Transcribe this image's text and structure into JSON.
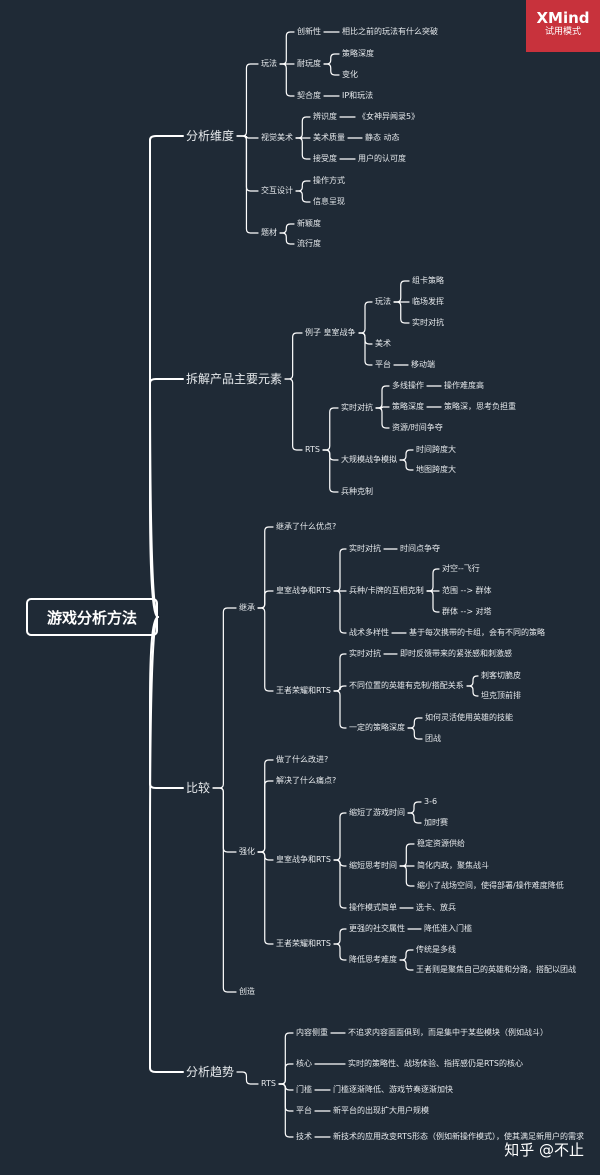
{
  "root": "游戏分析方法",
  "badge": {
    "title": "XMind",
    "subtitle": "试用模式"
  },
  "watermark": "知乎 @不止",
  "nodes": {
    "fx": "分析维度",
    "fx_wf": "玩法",
    "fx_wf_cx": "创新性",
    "fx_wf_cx_1": "相比之前的玩法有什么突破",
    "fx_wf_nw": "耐玩度",
    "fx_wf_nw_1": "策略深度",
    "fx_wf_nw_2": "变化",
    "fx_wf_qh": "契合度",
    "fx_wf_qh_1": "IP和玩法",
    "fx_sj": "视觉美术",
    "fx_sj_bs": "辨识度",
    "fx_sj_bs_1": "《女神异闻录5》",
    "fx_sj_ms": "美术质量",
    "fx_sj_ms_1": "静态 动态",
    "fx_sj_js": "接受度",
    "fx_sj_js_1": "用户的认可度",
    "fx_jh": "交互设计",
    "fx_jh_1": "操作方式",
    "fx_jh_2": "信息呈现",
    "fx_tc": "题材",
    "fx_tc_1": "新颖度",
    "fx_tc_2": "流行度",
    "cj": "拆解产品主要元素",
    "cj_lz": "例子 皇室战争",
    "cj_lz_wf": "玩法",
    "cj_lz_wf_1": "组卡策略",
    "cj_lz_wf_2": "临场发挥",
    "cj_lz_wf_3": "实时对抗",
    "cj_lz_ms": "美术",
    "cj_lz_pt": "平台",
    "cj_lz_pt_1": "移动端",
    "cj_rts": "RTS",
    "cj_rts_ss": "实时对抗",
    "cj_rts_ss_dx": "多线操作",
    "cj_rts_ss_dx_1": "操作难度高",
    "cj_rts_ss_cl": "策略深度",
    "cj_rts_ss_cl_1": "策略深，思考负担重",
    "cj_rts_ss_zy": "资源/时间争夺",
    "cj_rts_dg": "大规模战争模拟",
    "cj_rts_dg_1": "时间跨度大",
    "cj_rts_dg_2": "地图跨度大",
    "cj_rts_bz": "兵种克制",
    "bj": "比较",
    "bj_jc": "继承",
    "bj_jc_q": "继承了什么优点?",
    "bj_jc_hs": "皇室战争和RTS",
    "bj_jc_hs_ss": "实时对抗",
    "bj_jc_hs_ss_1": "时间点争夺",
    "bj_jc_hs_bz": "兵种/卡牌的互相克制",
    "bj_jc_hs_bz_1": "对空--飞行",
    "bj_jc_hs_bz_2": "范围 --> 群体",
    "bj_jc_hs_bz_3": "群体 --> 对塔",
    "bj_jc_hs_zs": "战术多样性",
    "bj_jc_hs_zs_1": "基于每次携带的卡组，会有不同的策略",
    "bj_jc_wz": "王者荣耀和RTS",
    "bj_jc_wz_ss": "实时对抗",
    "bj_jc_wz_ss_1": "即时反馈带来的紧张感和刺激感",
    "bj_jc_wz_bt": "不同位置的英雄有克制/搭配关系",
    "bj_jc_wz_bt_1": "刺客切脆皮",
    "bj_jc_wz_bt_2": "坦克顶前排",
    "bj_jc_wz_yd": "一定的策略深度",
    "bj_jc_wz_yd_1": "如何灵活使用英雄的技能",
    "bj_jc_wz_yd_2": "团战",
    "bj_qh": "强化",
    "bj_qh_q1": "做了什么改进?",
    "bj_qh_q2": "解决了什么痛点?",
    "bj_qh_hs": "皇室战争和RTS",
    "bj_qh_hs_sd": "缩短了游戏时间",
    "bj_qh_hs_sd_1": "3-6",
    "bj_qh_hs_sd_2": "加时赛",
    "bj_qh_hs_sk": "缩短思考时间",
    "bj_qh_hs_sk_1": "稳定资源供给",
    "bj_qh_hs_sk_2": "简化内政，聚焦战斗",
    "bj_qh_hs_sk_3": "缩小了战场空间，使得部署/操作难度降低",
    "bj_qh_hs_cz": "操作模式简单",
    "bj_qh_hs_cz_1": "选卡、放兵",
    "bj_qh_wz": "王者荣耀和RTS",
    "bj_qh_wz_sj": "更强的社交属性",
    "bj_qh_wz_sj_1": "降低准入门槛",
    "bj_qh_wz_jd": "降低思考难度",
    "bj_qh_wz_jd_1": "传统是多线",
    "bj_qh_wz_jd_2": "王者则是聚焦自己的英雄和分路，搭配以团战",
    "bj_cz": "创造",
    "qs": "分析趋势",
    "qs_rts": "RTS",
    "qs_nr": "内容侧重",
    "qs_nr_1": "不追求内容面面俱到，而是集中于某些模块（例如战斗）",
    "qs_hx": "核心",
    "qs_hx_1": "实时的策略性、战场体验、指挥感仍是RTS的核心",
    "qs_mk": "门槛",
    "qs_mk_1": "门槛逐渐降低、游戏节奏逐渐加快",
    "qs_pt": "平台",
    "qs_pt_1": "新平台的出现扩大用户规模",
    "qs_js": "技术",
    "qs_js_1": "新技术的应用改变RTS形态（例如新操作模式），使其满足新用户的需求"
  }
}
